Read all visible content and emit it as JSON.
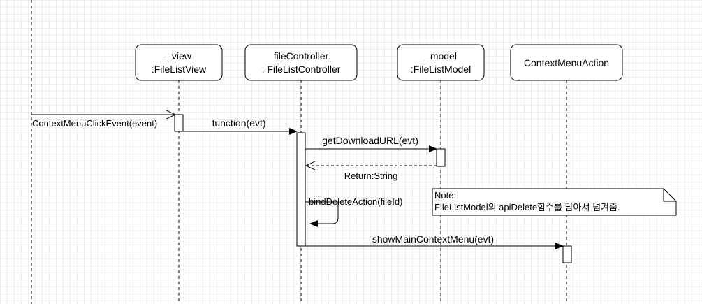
{
  "participants": [
    {
      "id": "view",
      "line1": "_view",
      "line2": ":FileListView"
    },
    {
      "id": "fileController",
      "line1": "fileController",
      "line2": ": FileListController"
    },
    {
      "id": "model",
      "line1": "_model",
      "line2": ":FileListModel"
    },
    {
      "id": "contextMenuAction",
      "line1": "ContextMenuAction",
      "line2": ""
    }
  ],
  "messages": {
    "incoming": "ContextMenuClickEvent(event)",
    "function_call": "function(evt)",
    "get_download_url": "getDownloadURL(evt)",
    "return": "Return:String",
    "bind_delete": "bindDeleteAction(fileId)",
    "show_menu": "showMainContextMenu(evt)"
  },
  "note": {
    "line1": "Note:",
    "line2": "FileListModel의 apiDelete함수를  담아서 넘겨줌."
  }
}
